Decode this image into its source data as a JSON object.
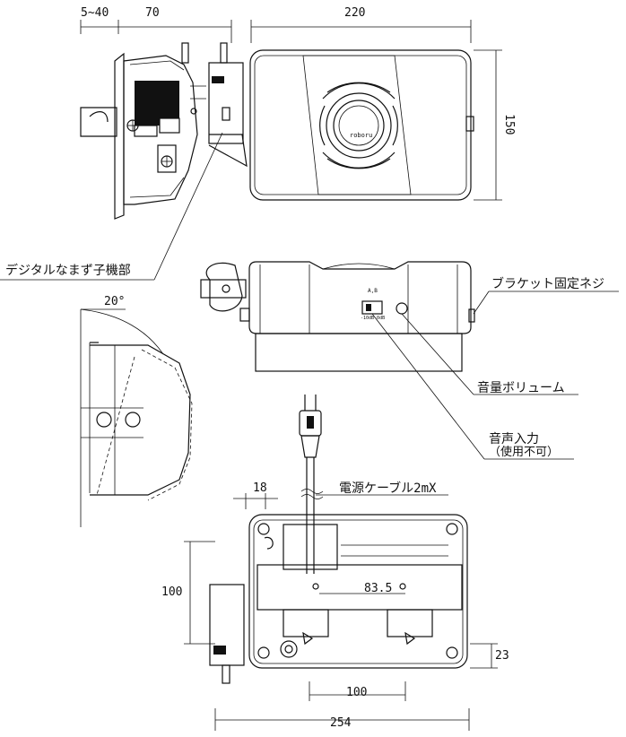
{
  "dimensions": {
    "top_left_gap": "5~40",
    "top_depth": "70",
    "top_width": "220",
    "top_height": "150",
    "tilt_angle": "20°",
    "bottom_offset": "18",
    "bottom_height": "100",
    "bottom_hole_spacing": "83.5",
    "bottom_right_offset": "23",
    "bottom_inner_width": "100",
    "bottom_total_width": "254"
  },
  "callouts": {
    "child_unit": "デジタルなまず子機部",
    "bracket_screw": "ブラケット固定ネジ",
    "volume": "音量ボリューム",
    "audio_input_line1": "音声入力",
    "audio_input_line2": "（使用不可）",
    "power_cable": "電源ケーブル2mX"
  },
  "speaker_logo": "roboru",
  "panel_text": {
    "ab_label": "A,B",
    "level_label": "-10dB  0dB"
  },
  "icons": [
    "plug-icon",
    "speaker-grille-icon"
  ]
}
